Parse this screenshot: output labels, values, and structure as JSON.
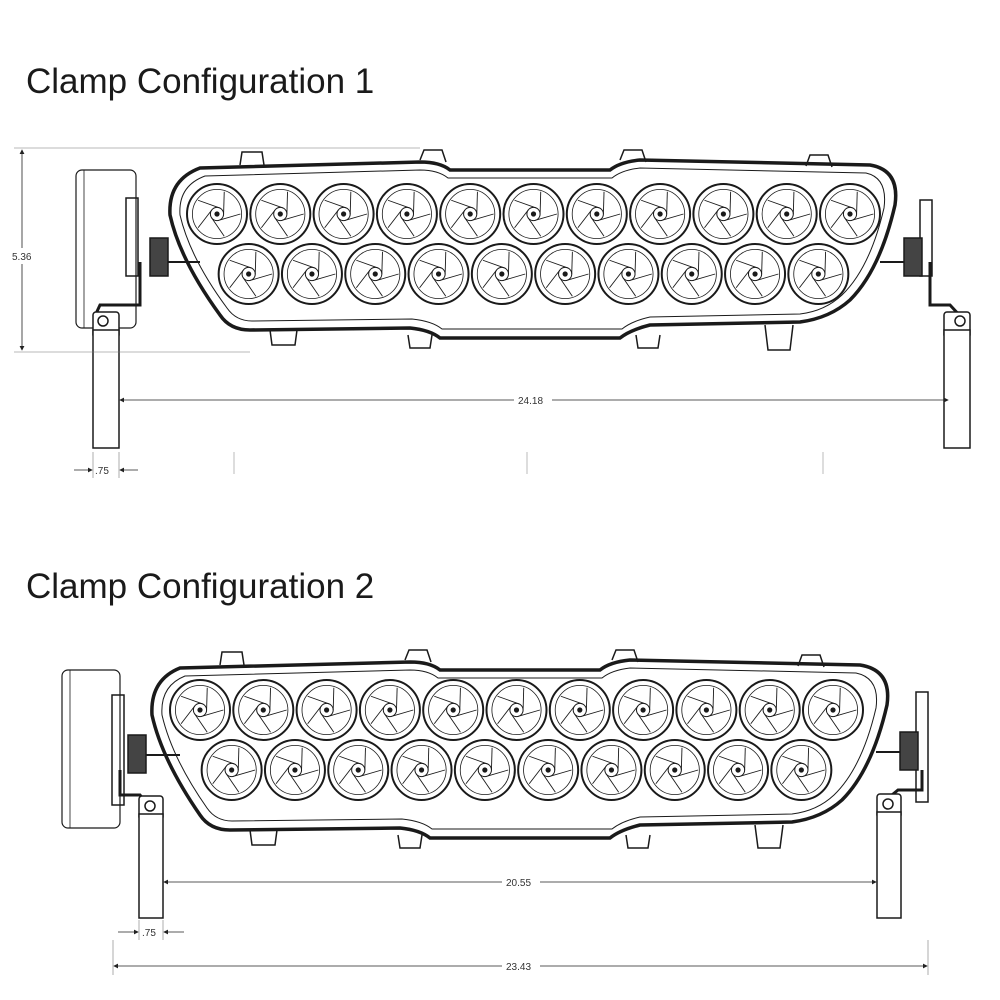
{
  "sections": [
    {
      "title": "Clamp Configuration 1",
      "dimensions": {
        "height": "5.36",
        "width": "24.18",
        "bracket": ".75"
      }
    },
    {
      "title": "Clamp Configuration 2",
      "dimensions": {
        "inner_width": "20.55",
        "overall_width": "23.43",
        "bracket": ".75"
      }
    }
  ],
  "diagram": {
    "lens_rows": [
      11,
      10
    ],
    "line_color": "#1a1a1a"
  }
}
